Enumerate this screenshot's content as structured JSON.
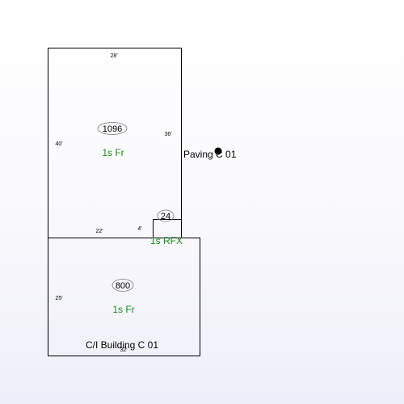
{
  "sketch": {
    "main": {
      "dims": {
        "top": "28'",
        "left": "40'",
        "right": "36'",
        "bottom": "22'",
        "notch": "4'"
      },
      "area": "1096",
      "use": "1s Fr"
    },
    "small": {
      "area": "24",
      "use": "1s RFX"
    },
    "lower": {
      "dims": {
        "left": "25'",
        "bottom": "32'"
      },
      "area": "800",
      "use": "1s Fr"
    },
    "labels": {
      "paving": "Paving C 01",
      "building": "C/I Building C 01"
    }
  }
}
